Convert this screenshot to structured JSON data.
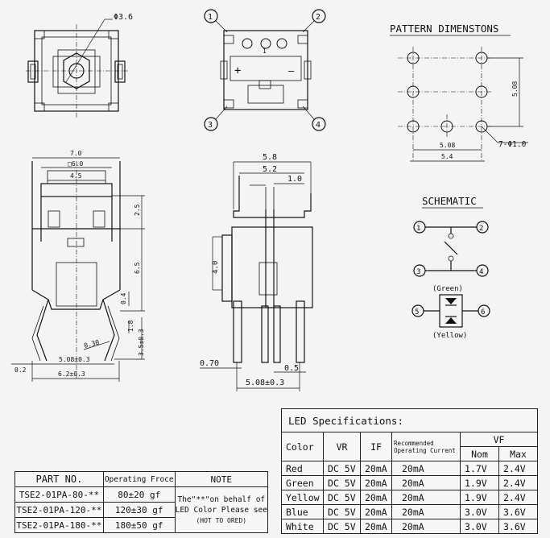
{
  "top_view": {
    "diameter_label": "Φ3.6",
    "callouts": [
      "1",
      "2",
      "3",
      "4"
    ],
    "center_mark": "1",
    "plus": "+",
    "minus": "—"
  },
  "pattern": {
    "title": "PATTERN DIMENSTONS",
    "dim_508_vertical": "5.08",
    "dim_508_horizontal": "5.08",
    "dim_54": "5.4",
    "holes_label": "7-Φ1.0"
  },
  "schematic": {
    "title": "SCHEMATIC",
    "pins": [
      "1",
      "2",
      "3",
      "4",
      "5",
      "6"
    ],
    "green_label": "(Green)",
    "yellow_label": "(Yellow)"
  },
  "front_view": {
    "dims": {
      "w70": "7.0",
      "w60": "□6.0",
      "w45": "4.5",
      "h25": "2.5",
      "h65": "6.5",
      "h04": "0.4",
      "h18": "1.8",
      "h35": "3.5±0.3",
      "r030": "0.30",
      "w508": "5.08±0.3",
      "w62": "6.2±0.3",
      "t02": "0.2"
    }
  },
  "side_view": {
    "dims": {
      "w58": "5.8",
      "w52": "5.2",
      "w10": "1.0",
      "h40": "4.0",
      "w070": "0.70",
      "w05": "0.5",
      "w508": "5.08±0.3"
    }
  },
  "led_spec": {
    "title": "LED Specifications:",
    "headers": {
      "color": "Color",
      "vr": "VR",
      "if": "IF",
      "roc_line1": "Recommended",
      "roc_line2": "Operating Current",
      "vf": "VF",
      "nom": "Nom",
      "max": "Max"
    },
    "rows": [
      {
        "color": "Red",
        "vr": "DC 5V",
        "if": "20mA",
        "roc": "20mA",
        "nom": "1.7V",
        "max": "2.4V"
      },
      {
        "color": "Green",
        "vr": "DC 5V",
        "if": "20mA",
        "roc": "20mA",
        "nom": "1.9V",
        "max": "2.4V"
      },
      {
        "color": "Yellow",
        "vr": "DC 5V",
        "if": "20mA",
        "roc": "20mA",
        "nom": "1.9V",
        "max": "2.4V"
      },
      {
        "color": "Blue",
        "vr": "DC 5V",
        "if": "20mA",
        "roc": "20mA",
        "nom": "3.0V",
        "max": "3.6V"
      },
      {
        "color": "White",
        "vr": "DC 5V",
        "if": "20mA",
        "roc": "20mA",
        "nom": "3.0V",
        "max": "3.6V"
      }
    ]
  },
  "part_table": {
    "headers": {
      "part_no": "PART NO.",
      "force": "Operating Froce",
      "note": "NOTE"
    },
    "rows": [
      {
        "part": "TSE2-01PA-80-**",
        "force": "80±20 gf"
      },
      {
        "part": "TSE2-01PA-120-**",
        "force": "120±30 gf"
      },
      {
        "part": "TSE2-01PA-180-**",
        "force": "180±50 gf"
      }
    ],
    "note_line1": "The\"**\"on behalf of",
    "note_line2": "LED Color Please see",
    "note_line3": "(HOT TO ORED)"
  }
}
